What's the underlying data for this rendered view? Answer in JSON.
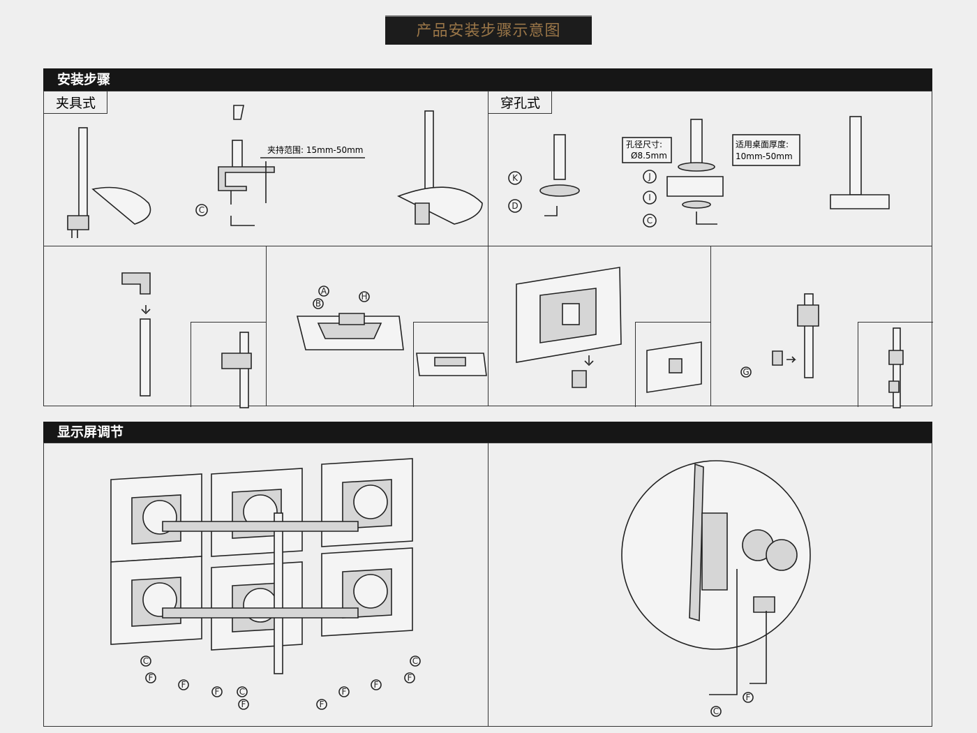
{
  "title": "产品安装步骤示意图",
  "colors": {
    "title_text": "#9a7648",
    "bar_bg": "#161616",
    "background": "#efefef"
  },
  "install": {
    "heading": "安装步骤",
    "clamp": {
      "tab": "夹具式",
      "range_label": "夹持范围: 15mm-50mm",
      "parts": [
        "C"
      ]
    },
    "grommet": {
      "tab": "穿孔式",
      "hole_label": "孔径尺寸:",
      "hole_value": "Ø8.5mm",
      "desk_label": "适用桌面厚度:",
      "desk_value": "10mm-50mm",
      "parts": [
        "K",
        "D",
        "J",
        "I",
        "C"
      ]
    },
    "steps": {
      "vesa_parts": [
        "A",
        "B",
        "H"
      ],
      "cable_part": "G"
    }
  },
  "adjust": {
    "heading": "显示屏调节",
    "left_parts": [
      "C",
      "F",
      "F",
      "F",
      "C",
      "F",
      "F",
      "F",
      "F",
      "F",
      "C"
    ],
    "right_parts": [
      "C",
      "F"
    ]
  }
}
